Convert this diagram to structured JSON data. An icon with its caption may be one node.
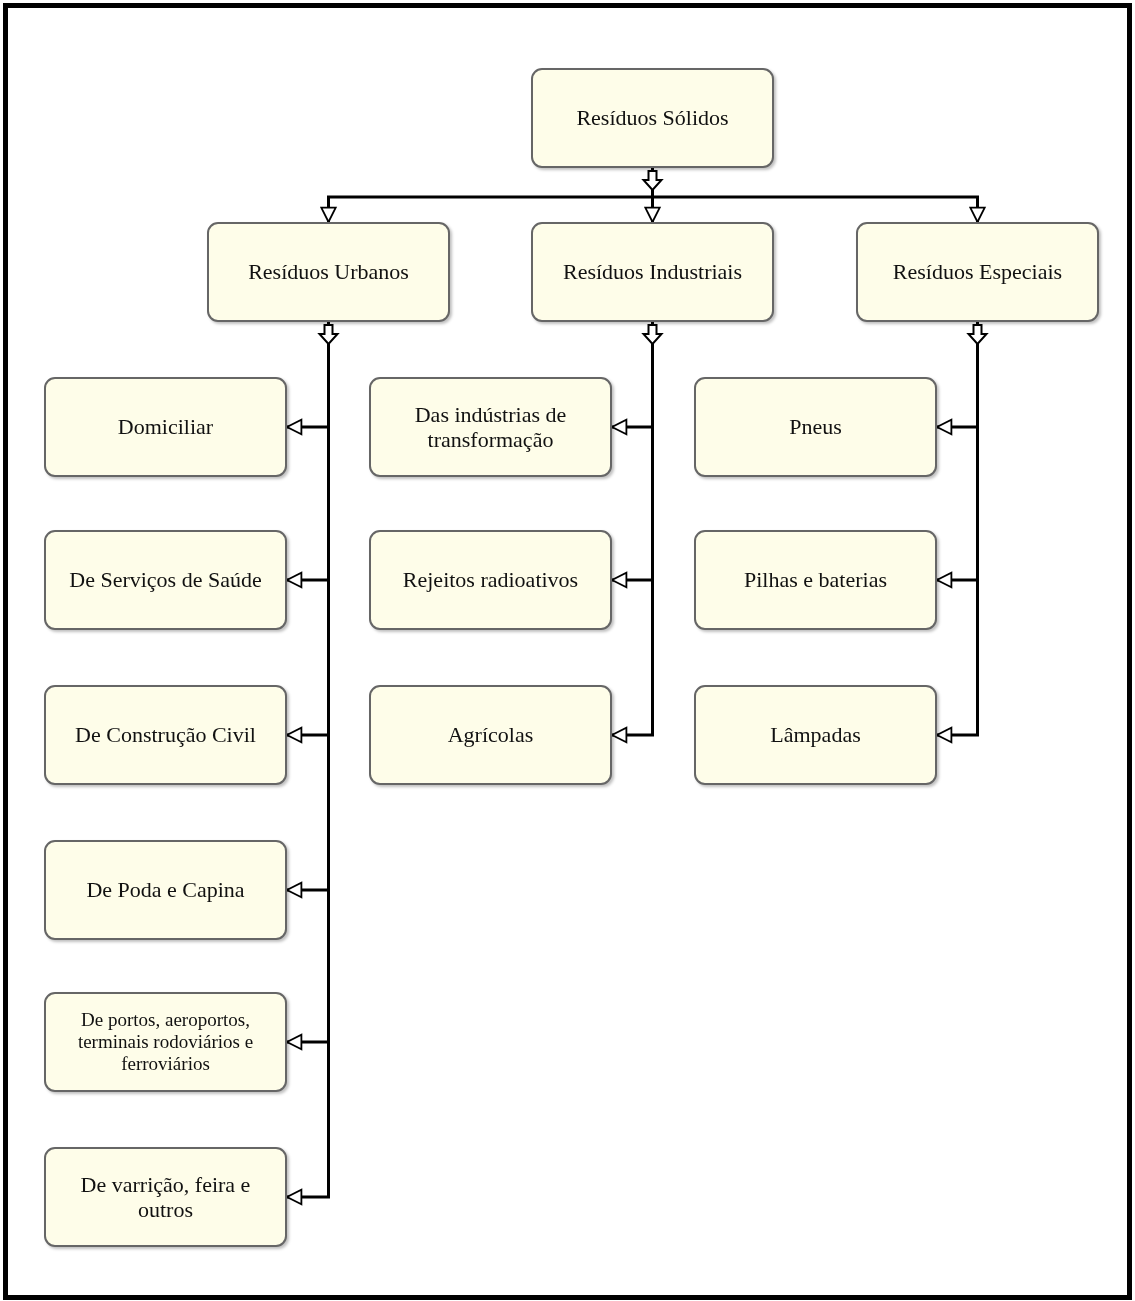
{
  "diagram": {
    "nodes": [
      {
        "text": [
          "Resíduos Sólidos"
        ]
      },
      {
        "text": [
          "Resíduos Urbanos"
        ]
      },
      {
        "text": [
          "Resíduos Industriais"
        ]
      },
      {
        "text": [
          "Resíduos Especiais"
        ]
      },
      {
        "text": [
          "Domiciliar"
        ]
      },
      {
        "text": [
          "De Serviços de Saúde"
        ]
      },
      {
        "text": [
          "De Construção Civil"
        ]
      },
      {
        "text": [
          "De Poda e Capina"
        ]
      },
      {
        "text": [
          "De portos, aeroportos, terminais rodoviários e ferroviários"
        ]
      },
      {
        "text": [
          "De varrição, feira e outros"
        ]
      },
      {
        "text": [
          "Das indústrias de transformação"
        ]
      },
      {
        "text": [
          "Rejeitos radioativos"
        ]
      },
      {
        "text": [
          "Agrícolas"
        ]
      },
      {
        "text": [
          "Pneus"
        ]
      },
      {
        "text": [
          "Pilhas e baterias"
        ]
      },
      {
        "text": [
          "Lâmpadas"
        ]
      }
    ],
    "edges": [
      {
        "from": 0,
        "to": 1,
        "arrow": "to"
      },
      {
        "from": 0,
        "to": 2,
        "arrow": "to"
      },
      {
        "from": 0,
        "to": 3,
        "arrow": "to"
      },
      {
        "from": 1,
        "to": 4,
        "arrow": "to"
      },
      {
        "from": 1,
        "to": 5,
        "arrow": "to"
      },
      {
        "from": 1,
        "to": 6,
        "arrow": "to"
      },
      {
        "from": 1,
        "to": 7,
        "arrow": "to"
      },
      {
        "from": 1,
        "to": 8,
        "arrow": "to"
      },
      {
        "from": 1,
        "to": 9,
        "arrow": "to"
      },
      {
        "from": 2,
        "to": 10,
        "arrow": "to"
      },
      {
        "from": 2,
        "to": 11,
        "arrow": "to"
      },
      {
        "from": 2,
        "to": 12,
        "arrow": "to"
      },
      {
        "from": 3,
        "to": 13,
        "arrow": "to"
      },
      {
        "from": 3,
        "to": 14,
        "arrow": "to"
      },
      {
        "from": 3,
        "to": 15,
        "arrow": "to"
      }
    ]
  }
}
